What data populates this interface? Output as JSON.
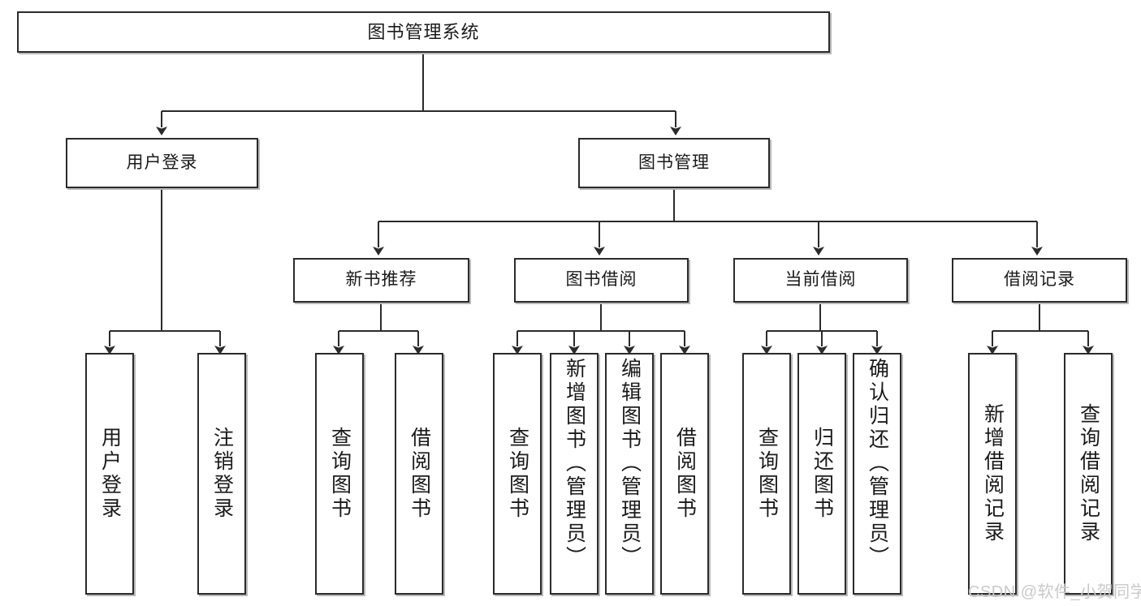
{
  "diagram": {
    "type": "tree",
    "title": "图书管理系统",
    "orientation": "top-down",
    "edge_style": "orthogonal-arrow",
    "colors": {
      "box_border": "#2b2b2b",
      "box_fill": "#ffffff",
      "line": "#2b2b2b",
      "watermark": "#c9c9c9"
    },
    "nodes": {
      "root": {
        "label": "图书管理系统",
        "level": 1
      },
      "l2": [
        {
          "id": "user_login",
          "label": "用户登录",
          "level": 2
        },
        {
          "id": "book_manage",
          "label": "图书管理",
          "level": 2
        }
      ],
      "l3": [
        {
          "id": "new_book_rec",
          "label": "新书推荐",
          "level": 3,
          "parent": "book_manage"
        },
        {
          "id": "book_borrow",
          "label": "图书借阅",
          "level": 3,
          "parent": "book_manage"
        },
        {
          "id": "current_borrow",
          "label": "当前借阅",
          "level": 3,
          "parent": "book_manage"
        },
        {
          "id": "borrow_record",
          "label": "借阅记录",
          "level": 3,
          "parent": "book_manage"
        }
      ],
      "leaves": [
        {
          "id": "leaf_user_login",
          "label": "用户登录",
          "parent": "user_login"
        },
        {
          "id": "leaf_user_logout",
          "label": "注销登录",
          "parent": "user_login"
        },
        {
          "id": "leaf_query_book_1",
          "label": "查询图书",
          "parent": "new_book_rec"
        },
        {
          "id": "leaf_borrow_book_1",
          "label": "借阅图书",
          "parent": "new_book_rec"
        },
        {
          "id": "leaf_query_book_2",
          "label": "查询图书",
          "parent": "book_borrow"
        },
        {
          "id": "leaf_add_book",
          "label": "新增图书（管理员）",
          "parent": "book_borrow"
        },
        {
          "id": "leaf_edit_book",
          "label": "编辑图书（管理员）",
          "parent": "book_borrow"
        },
        {
          "id": "leaf_borrow_book_2",
          "label": "借阅图书",
          "parent": "book_borrow"
        },
        {
          "id": "leaf_query_book_3",
          "label": "查询图书",
          "parent": "current_borrow"
        },
        {
          "id": "leaf_return_book",
          "label": "归还图书",
          "parent": "current_borrow"
        },
        {
          "id": "leaf_confirm_return",
          "label": "确认归还（管理员）",
          "parent": "current_borrow"
        },
        {
          "id": "leaf_add_record",
          "label": "新增借阅记录",
          "parent": "borrow_record"
        },
        {
          "id": "leaf_query_record",
          "label": "查询借阅记录",
          "parent": "borrow_record"
        }
      ]
    },
    "watermark": "CSDN @软件_小贺同学"
  }
}
